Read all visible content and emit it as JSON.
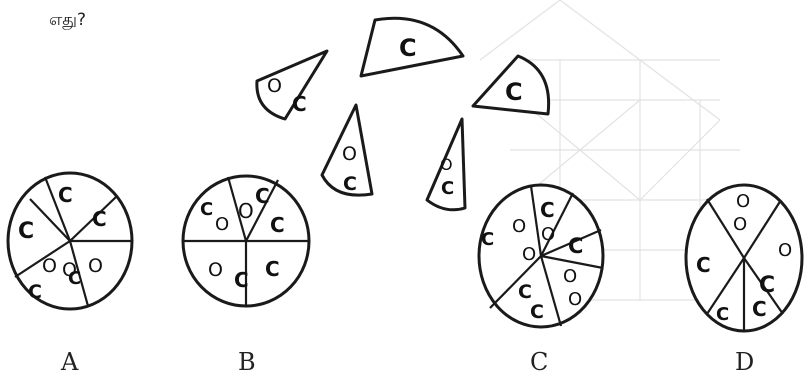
{
  "question": {
    "fragment_text": "எது?"
  },
  "glyphs": {
    "hollow": "O",
    "hook": "C"
  },
  "options": [
    {
      "id": "a",
      "label": "A"
    },
    {
      "id": "b",
      "label": "B"
    },
    {
      "id": "c",
      "label": "C"
    },
    {
      "id": "d",
      "label": "D"
    }
  ]
}
